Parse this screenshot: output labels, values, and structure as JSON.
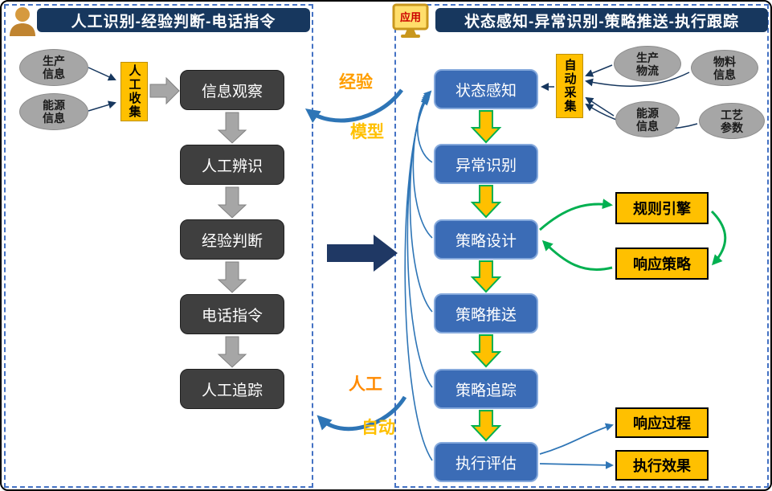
{
  "left": {
    "title": "人工识别-经验判断-电话指令",
    "sources": [
      "生产信息",
      "能源信息"
    ],
    "collector": "人工收集",
    "steps": [
      "信息观察",
      "人工辨识",
      "经验判断",
      "电话指令",
      "人工追踪"
    ]
  },
  "middle": {
    "experience": "经验",
    "model": "模型",
    "manual": "人工",
    "auto": "自动"
  },
  "right": {
    "icon_label": "应用",
    "title": "状态感知-异常识别-策略推送-执行跟踪",
    "collector": "自动采集",
    "sources": [
      "生产物流",
      "物料信息",
      "能源信息",
      "工艺参数"
    ],
    "steps": [
      "状态感知",
      "异常识别",
      "策略设计",
      "策略推送",
      "策略追踪",
      "执行评估"
    ],
    "strategy_loop": [
      "规则引擎",
      "响应策略"
    ],
    "evaluation_outputs": [
      "响应过程",
      "执行效果"
    ]
  },
  "colors": {
    "title_bar": "#17375E",
    "dark_step": "#3F3F3F",
    "blue_step": "#3B6CB6",
    "yellow_box": "#FFC000",
    "green_arrow": "#00B050",
    "gray_ellipse": "#A6A6A6",
    "connector_blue": "#2E75B6",
    "big_arrow_navy": "#1F3864"
  }
}
